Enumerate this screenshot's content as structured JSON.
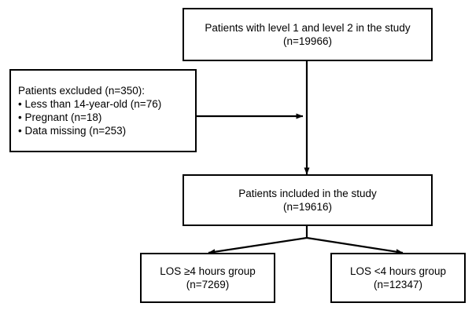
{
  "diagram": {
    "type": "flowchart",
    "boxes": [
      {
        "id": "top",
        "lines": [
          "Patients with level 1 and level 2 in the study",
          "(n=19966)"
        ]
      },
      {
        "id": "excluded",
        "lines": [
          "Patients excluded (n=350):",
          "• Less than 14-year-old (n=76)",
          "• Pregnant (n=18)",
          "• Data missing (n=253)"
        ]
      },
      {
        "id": "included",
        "lines": [
          "Patients included in the study",
          "(n=19616)"
        ]
      },
      {
        "id": "los-ge4",
        "lines": [
          "LOS ≥4 hours group",
          "(n=7269)"
        ]
      },
      {
        "id": "los-lt4",
        "lines": [
          "LOS <4 hours group",
          "(n=12347)"
        ]
      }
    ]
  }
}
